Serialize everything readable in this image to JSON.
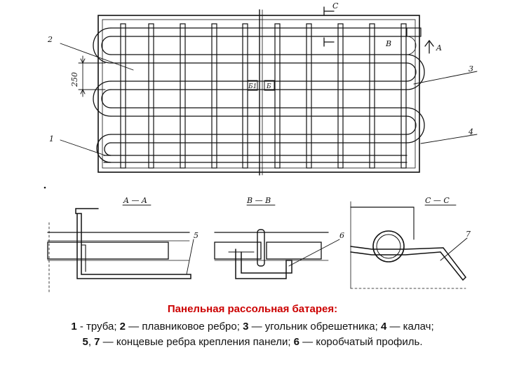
{
  "labels": {
    "callout_2": "2",
    "callout_3": "3",
    "callout_4": "4",
    "callout_1": "1",
    "callout_5": "5",
    "callout_6": "6",
    "callout_7": "7",
    "dimension_250": "250",
    "cut_c": "C",
    "cut_b": "B",
    "cut_a": "A",
    "mid_b_left": "Б1",
    "mid_b_right": "Б"
  },
  "sections": {
    "a": "A — A",
    "b": "B — B",
    "c": "C — C"
  },
  "caption": {
    "title": "Панельная рассольная батарея:",
    "line1": [
      {
        "num": "1",
        "text": " - труба; "
      },
      {
        "num": "2",
        "text": " — плавниковое ребро; "
      },
      {
        "num": "3",
        "text": " — угольник обрешетника; "
      },
      {
        "num": "4",
        "text": " — калач;"
      }
    ],
    "line2": [
      {
        "num": "5",
        "text": ", "
      },
      {
        "num": "7",
        "text": " — концевые ребра крепления панели; "
      },
      {
        "num": "6",
        "text": " — коробчатый профиль."
      }
    ]
  }
}
